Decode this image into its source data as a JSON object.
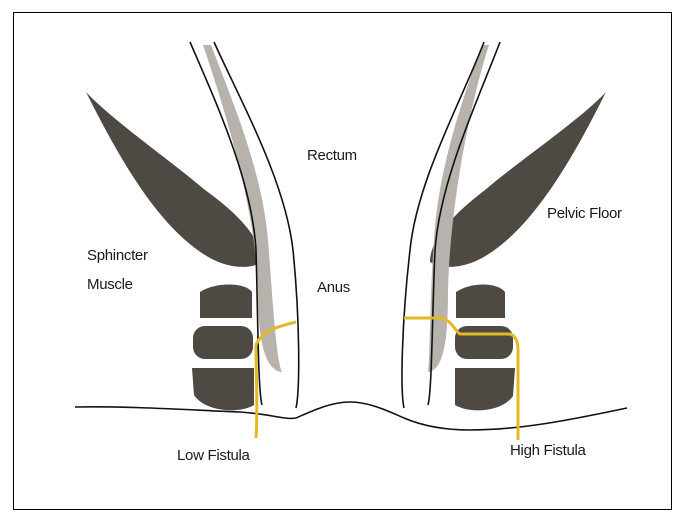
{
  "labels": {
    "rectum": "Rectum",
    "pelvic_floor": "Pelvic Floor",
    "sphincter_line1": "Sphincter",
    "sphincter_line2": "Muscle",
    "anus": "Anus",
    "low_fistula": "Low Fistula",
    "high_fistula": "High Fistula"
  },
  "colors": {
    "muscle": "#4e4942",
    "mucosa": "#b7b2ab",
    "fistula": "#e2b823",
    "outline": "#111111"
  }
}
